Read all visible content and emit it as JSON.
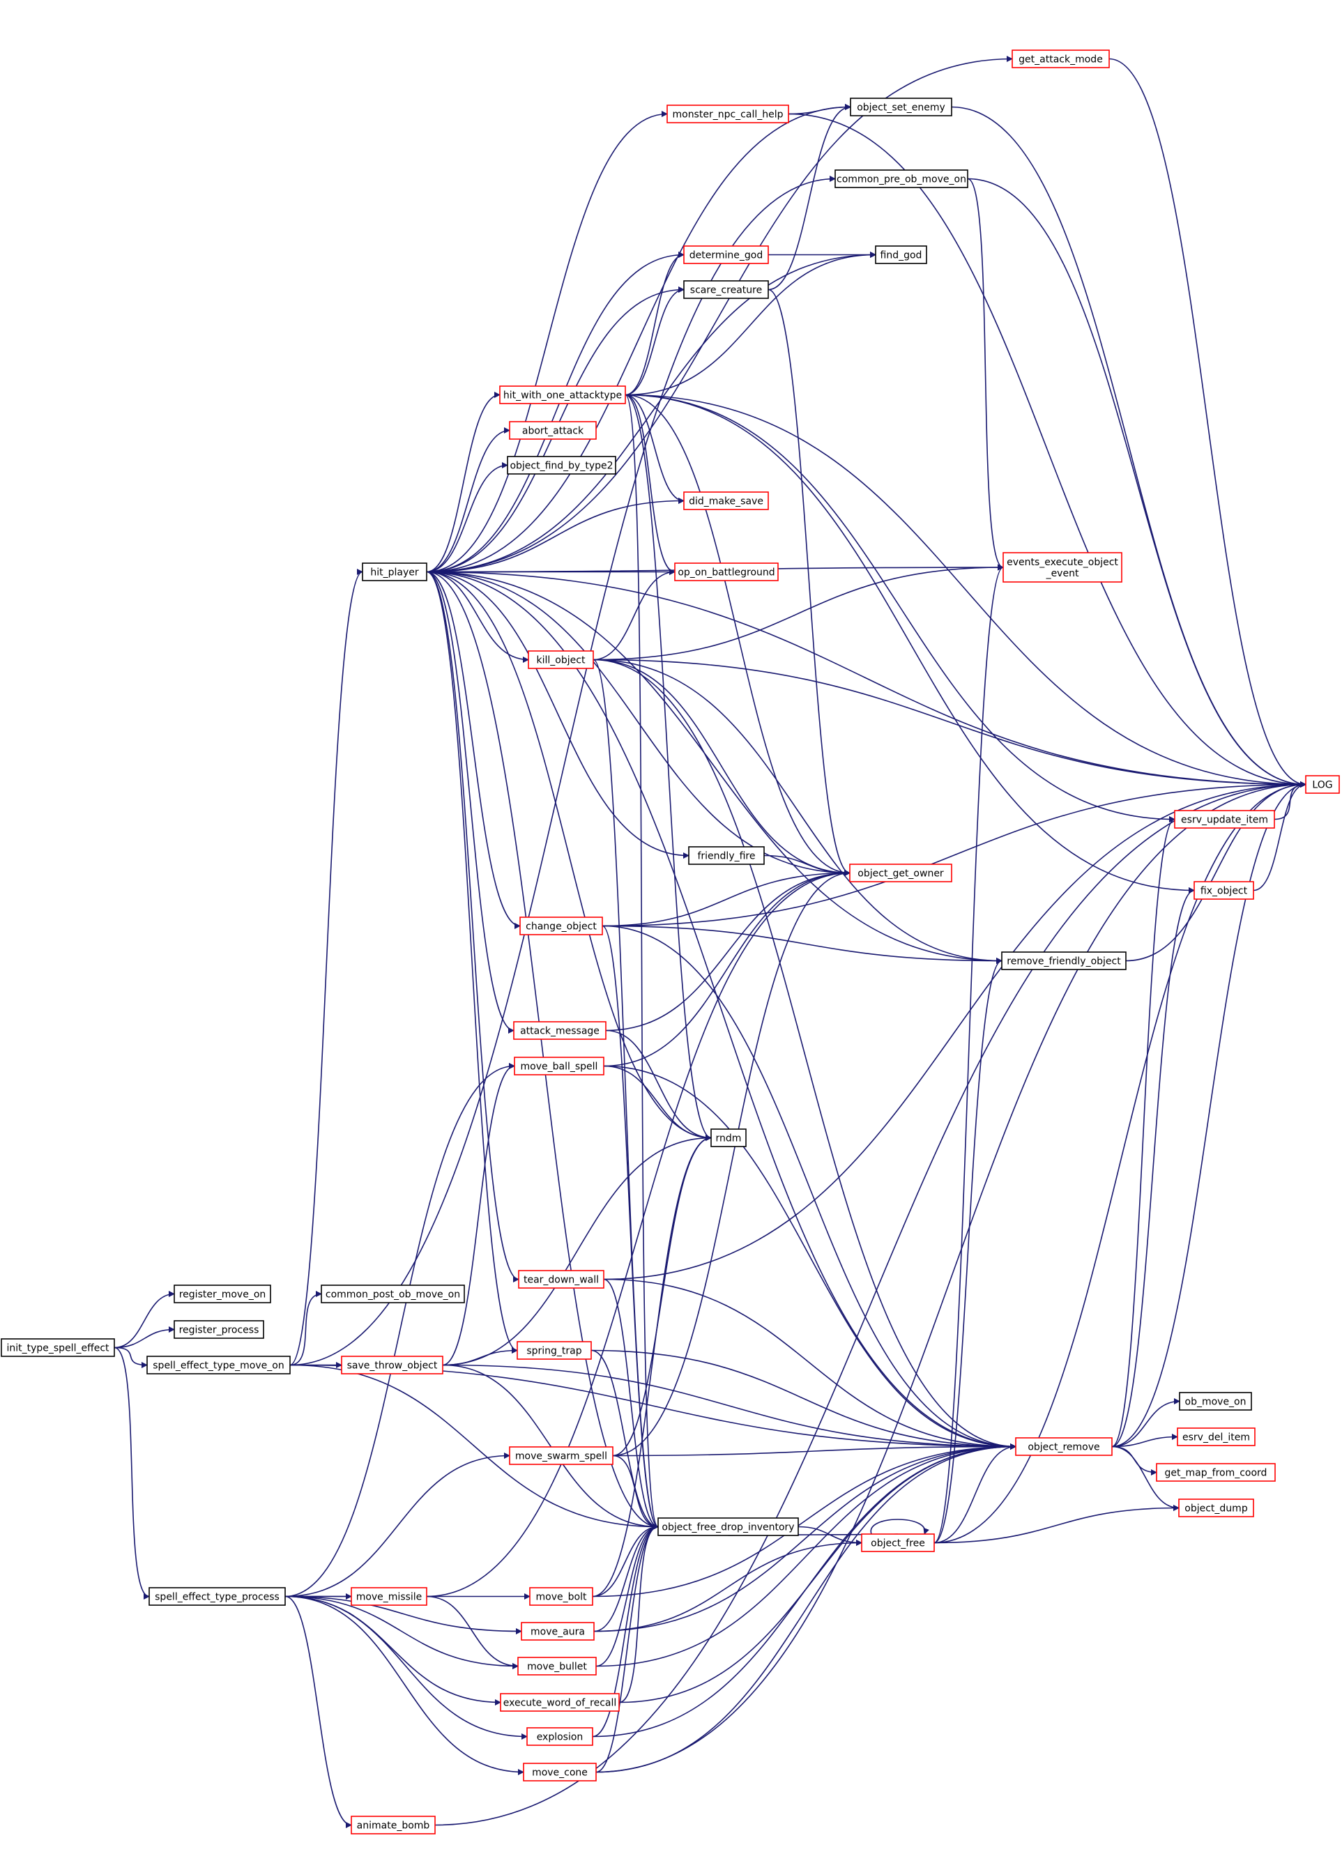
{
  "diagram": {
    "title": "Call graph of init_type_spell_effect",
    "colors": {
      "edge": "#191970",
      "root_fill": "#bfbfbf",
      "border_black": "#000000",
      "border_red": "#ff0000"
    }
  },
  "nodes": {
    "init_type_spell_effect": {
      "label": "init_type_spell_effect",
      "border": "black",
      "root": true
    },
    "register_move_on": {
      "label": "register_move_on",
      "border": "black"
    },
    "register_process": {
      "label": "register_process",
      "border": "black"
    },
    "spell_effect_type_move_on": {
      "label": "spell_effect_type_move_on",
      "border": "black"
    },
    "spell_effect_type_process": {
      "label": "spell_effect_type_process",
      "border": "black"
    },
    "hit_player": {
      "label": "hit_player",
      "border": "black"
    },
    "common_post_ob_move_on": {
      "label": "common_post_ob_move_on",
      "border": "black"
    },
    "save_throw_object": {
      "label": "save_throw_object",
      "border": "red"
    },
    "monster_npc_call_help": {
      "label": "monster_npc_call_help",
      "border": "red"
    },
    "get_attack_mode": {
      "label": "get_attack_mode",
      "border": "red"
    },
    "object_set_enemy": {
      "label": "object_set_enemy",
      "border": "black"
    },
    "common_pre_ob_move_on": {
      "label": "common_pre_ob_move_on",
      "border": "black"
    },
    "determine_god": {
      "label": "determine_god",
      "border": "red"
    },
    "find_god": {
      "label": "find_god",
      "border": "black"
    },
    "scare_creature": {
      "label": "scare_creature",
      "border": "black"
    },
    "hit_with_one_attacktype": {
      "label": "hit_with_one_attacktype",
      "border": "red"
    },
    "abort_attack": {
      "label": "abort_attack",
      "border": "red"
    },
    "object_find_by_type2": {
      "label": "object_find_by_type2",
      "border": "black"
    },
    "did_make_save": {
      "label": "did_make_save",
      "border": "red"
    },
    "op_on_battleground": {
      "label": "op_on_battleground",
      "border": "red"
    },
    "events_execute_object_event": {
      "label": "events_execute_object",
      "label2": "_event",
      "border": "red"
    },
    "kill_object": {
      "label": "kill_object",
      "border": "red"
    },
    "LOG": {
      "label": "LOG",
      "border": "red"
    },
    "esrv_update_item": {
      "label": "esrv_update_item",
      "border": "red"
    },
    "friendly_fire": {
      "label": "friendly_fire",
      "border": "black"
    },
    "object_get_owner": {
      "label": "object_get_owner",
      "border": "red"
    },
    "fix_object": {
      "label": "fix_object",
      "border": "red"
    },
    "change_object": {
      "label": "change_object",
      "border": "red"
    },
    "remove_friendly_object": {
      "label": "remove_friendly_object",
      "border": "black"
    },
    "attack_message": {
      "label": "attack_message",
      "border": "red"
    },
    "move_ball_spell": {
      "label": "move_ball_spell",
      "border": "red"
    },
    "rndm": {
      "label": "rndm",
      "border": "black"
    },
    "tear_down_wall": {
      "label": "tear_down_wall",
      "border": "red"
    },
    "spring_trap": {
      "label": "spring_trap",
      "border": "red"
    },
    "ob_move_on": {
      "label": "ob_move_on",
      "border": "black"
    },
    "object_remove": {
      "label": "object_remove",
      "border": "red"
    },
    "esrv_del_item": {
      "label": "esrv_del_item",
      "border": "red"
    },
    "get_map_from_coord": {
      "label": "get_map_from_coord",
      "border": "red"
    },
    "move_swarm_spell": {
      "label": "move_swarm_spell",
      "border": "red"
    },
    "object_dump": {
      "label": "object_dump",
      "border": "red"
    },
    "object_free_drop_inventory": {
      "label": "object_free_drop_inventory",
      "border": "black"
    },
    "object_free": {
      "label": "object_free",
      "border": "red"
    },
    "move_missile": {
      "label": "move_missile",
      "border": "red"
    },
    "move_bolt": {
      "label": "move_bolt",
      "border": "red"
    },
    "move_aura": {
      "label": "move_aura",
      "border": "red"
    },
    "move_bullet": {
      "label": "move_bullet",
      "border": "red"
    },
    "execute_word_of_recall": {
      "label": "execute_word_of_recall",
      "border": "red"
    },
    "explosion": {
      "label": "explosion",
      "border": "red"
    },
    "move_cone": {
      "label": "move_cone",
      "border": "red"
    },
    "animate_bomb": {
      "label": "animate_bomb",
      "border": "red"
    }
  },
  "edges": [
    [
      "init_type_spell_effect",
      "register_move_on"
    ],
    [
      "init_type_spell_effect",
      "register_process"
    ],
    [
      "init_type_spell_effect",
      "spell_effect_type_move_on"
    ],
    [
      "init_type_spell_effect",
      "spell_effect_type_process"
    ],
    [
      "spell_effect_type_move_on",
      "hit_player"
    ],
    [
      "spell_effect_type_move_on",
      "common_post_ob_move_on"
    ],
    [
      "spell_effect_type_move_on",
      "save_throw_object"
    ],
    [
      "spell_effect_type_move_on",
      "common_pre_ob_move_on"
    ],
    [
      "spell_effect_type_move_on",
      "object_remove"
    ],
    [
      "spell_effect_type_move_on",
      "object_free_drop_inventory"
    ],
    [
      "hit_player",
      "get_attack_mode"
    ],
    [
      "hit_player",
      "monster_npc_call_help"
    ],
    [
      "hit_player",
      "object_set_enemy"
    ],
    [
      "hit_player",
      "find_god"
    ],
    [
      "hit_player",
      "determine_god"
    ],
    [
      "hit_player",
      "scare_creature"
    ],
    [
      "hit_player",
      "hit_with_one_attacktype"
    ],
    [
      "hit_player",
      "abort_attack"
    ],
    [
      "hit_player",
      "object_find_by_type2"
    ],
    [
      "hit_player",
      "did_make_save"
    ],
    [
      "hit_player",
      "op_on_battleground"
    ],
    [
      "hit_player",
      "events_execute_object_event"
    ],
    [
      "hit_player",
      "LOG"
    ],
    [
      "hit_player",
      "kill_object"
    ],
    [
      "hit_player",
      "friendly_fire"
    ],
    [
      "hit_player",
      "object_get_owner"
    ],
    [
      "hit_player",
      "change_object"
    ],
    [
      "hit_player",
      "remove_friendly_object"
    ],
    [
      "hit_player",
      "attack_message"
    ],
    [
      "hit_player",
      "rndm"
    ],
    [
      "hit_player",
      "tear_down_wall"
    ],
    [
      "hit_player",
      "spring_trap"
    ],
    [
      "hit_player",
      "object_remove"
    ],
    [
      "hit_player",
      "object_free_drop_inventory"
    ],
    [
      "monster_npc_call_help",
      "object_set_enemy"
    ],
    [
      "monster_npc_call_help",
      "LOG"
    ],
    [
      "get_attack_mode",
      "LOG"
    ],
    [
      "object_set_enemy",
      "LOG"
    ],
    [
      "common_pre_ob_move_on",
      "LOG"
    ],
    [
      "common_pre_ob_move_on",
      "events_execute_object_event"
    ],
    [
      "determine_god",
      "find_god"
    ],
    [
      "scare_creature",
      "object_set_enemy"
    ],
    [
      "scare_creature",
      "object_get_owner"
    ],
    [
      "hit_with_one_attacktype",
      "determine_god"
    ],
    [
      "hit_with_one_attacktype",
      "scare_creature"
    ],
    [
      "hit_with_one_attacktype",
      "find_god"
    ],
    [
      "hit_with_one_attacktype",
      "LOG"
    ],
    [
      "hit_with_one_attacktype",
      "esrv_update_item"
    ],
    [
      "hit_with_one_attacktype",
      "fix_object"
    ],
    [
      "hit_with_one_attacktype",
      "did_make_save"
    ],
    [
      "hit_with_one_attacktype",
      "op_on_battleground"
    ],
    [
      "hit_with_one_attacktype",
      "object_get_owner"
    ],
    [
      "hit_with_one_attacktype",
      "rndm"
    ],
    [
      "hit_with_one_attacktype",
      "object_free_drop_inventory"
    ],
    [
      "kill_object",
      "op_on_battleground"
    ],
    [
      "kill_object",
      "events_execute_object_event"
    ],
    [
      "kill_object",
      "LOG"
    ],
    [
      "kill_object",
      "object_get_owner"
    ],
    [
      "kill_object",
      "remove_friendly_object"
    ],
    [
      "kill_object",
      "object_remove"
    ],
    [
      "kill_object",
      "object_free_drop_inventory"
    ],
    [
      "friendly_fire",
      "object_get_owner"
    ],
    [
      "change_object",
      "LOG"
    ],
    [
      "change_object",
      "object_get_owner"
    ],
    [
      "change_object",
      "remove_friendly_object"
    ],
    [
      "change_object",
      "object_remove"
    ],
    [
      "change_object",
      "object_free_drop_inventory"
    ],
    [
      "remove_friendly_object",
      "LOG"
    ],
    [
      "attack_message",
      "object_get_owner"
    ],
    [
      "attack_message",
      "rndm"
    ],
    [
      "move_ball_spell",
      "object_get_owner"
    ],
    [
      "move_ball_spell",
      "rndm"
    ],
    [
      "move_ball_spell",
      "object_remove"
    ],
    [
      "tear_down_wall",
      "LOG"
    ],
    [
      "tear_down_wall",
      "object_remove"
    ],
    [
      "tear_down_wall",
      "object_free_drop_inventory"
    ],
    [
      "spring_trap",
      "object_remove"
    ],
    [
      "spring_trap",
      "object_free_drop_inventory"
    ],
    [
      "save_throw_object",
      "spring_trap"
    ],
    [
      "save_throw_object",
      "move_ball_spell"
    ],
    [
      "save_throw_object",
      "rndm"
    ],
    [
      "save_throw_object",
      "object_remove"
    ],
    [
      "save_throw_object",
      "object_free_drop_inventory"
    ],
    [
      "object_remove",
      "LOG"
    ],
    [
      "object_remove",
      "ob_move_on"
    ],
    [
      "object_remove",
      "esrv_del_item"
    ],
    [
      "object_remove",
      "get_map_from_coord"
    ],
    [
      "object_remove",
      "object_dump"
    ],
    [
      "object_remove",
      "esrv_update_item"
    ],
    [
      "object_remove",
      "fix_object"
    ],
    [
      "object_free_drop_inventory",
      "object_free"
    ],
    [
      "object_free",
      "object_free_drop_inventory"
    ],
    [
      "object_free",
      "object_free"
    ],
    [
      "object_free",
      "object_remove"
    ],
    [
      "object_free",
      "object_dump"
    ],
    [
      "object_free",
      "LOG"
    ],
    [
      "object_free",
      "events_execute_object_event"
    ],
    [
      "object_free",
      "remove_friendly_object"
    ],
    [
      "fix_object",
      "LOG"
    ],
    [
      "esrv_update_item",
      "LOG"
    ],
    [
      "move_swarm_spell",
      "rndm"
    ],
    [
      "move_swarm_spell",
      "object_get_owner"
    ],
    [
      "move_swarm_spell",
      "object_remove"
    ],
    [
      "move_swarm_spell",
      "object_free_drop_inventory"
    ],
    [
      "spell_effect_type_process",
      "move_swarm_spell"
    ],
    [
      "spell_effect_type_process",
      "move_ball_spell"
    ],
    [
      "spell_effect_type_process",
      "move_missile"
    ],
    [
      "spell_effect_type_process",
      "move_bolt"
    ],
    [
      "spell_effect_type_process",
      "move_aura"
    ],
    [
      "spell_effect_type_process",
      "move_bullet"
    ],
    [
      "spell_effect_type_process",
      "execute_word_of_recall"
    ],
    [
      "spell_effect_type_process",
      "explosion"
    ],
    [
      "spell_effect_type_process",
      "move_cone"
    ],
    [
      "spell_effect_type_process",
      "animate_bomb"
    ],
    [
      "move_missile",
      "move_bullet"
    ],
    [
      "move_missile",
      "object_get_owner"
    ],
    [
      "move_bolt",
      "rndm"
    ],
    [
      "move_bolt",
      "object_remove"
    ],
    [
      "move_bolt",
      "object_free_drop_inventory"
    ],
    [
      "move_aura",
      "object_free"
    ],
    [
      "move_aura",
      "object_remove"
    ],
    [
      "move_aura",
      "object_free_drop_inventory"
    ],
    [
      "move_bullet",
      "object_remove"
    ],
    [
      "move_bullet",
      "object_free_drop_inventory"
    ],
    [
      "execute_word_of_recall",
      "object_remove"
    ],
    [
      "execute_word_of_recall",
      "object_free_drop_inventory"
    ],
    [
      "explosion",
      "object_remove"
    ],
    [
      "explosion",
      "object_free_drop_inventory"
    ],
    [
      "move_cone",
      "object_remove"
    ],
    [
      "move_cone",
      "object_free_drop_inventory"
    ],
    [
      "move_cone",
      "LOG"
    ],
    [
      "animate_bomb",
      "LOG"
    ]
  ]
}
